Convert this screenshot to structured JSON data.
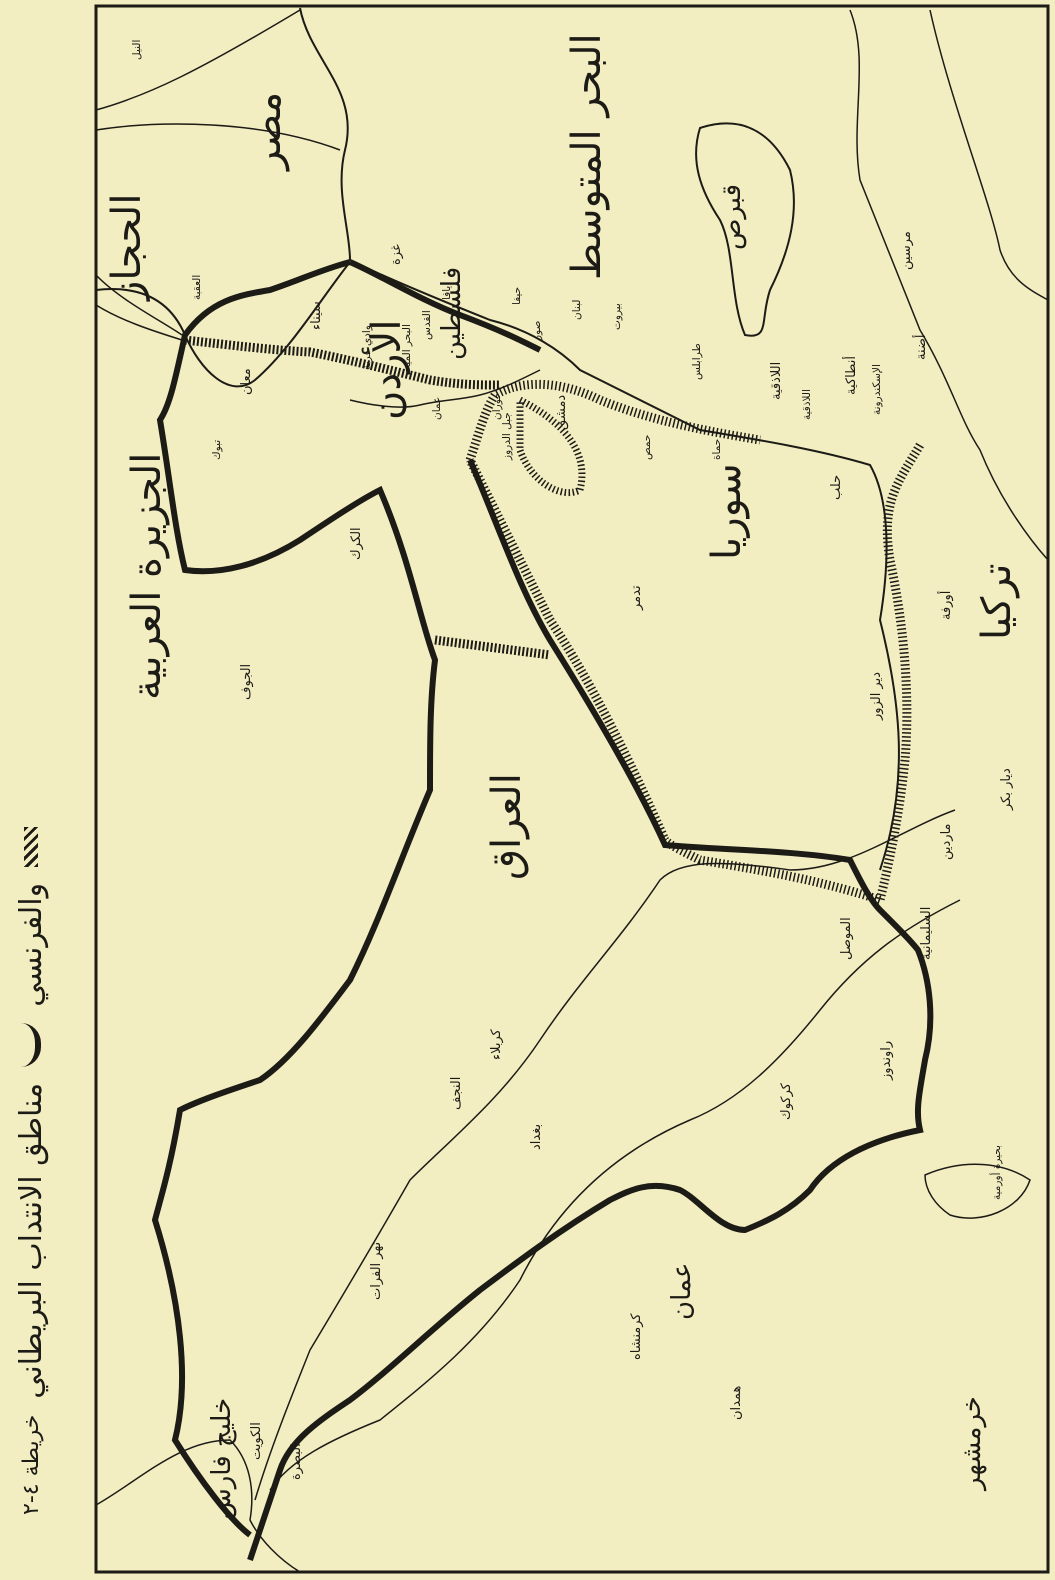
{
  "map": {
    "caption_number": "خريطة ٤-٢",
    "caption_title": "مناطق الانتداب البريطاني",
    "caption_and_french": "والفرنسي",
    "legend": {
      "british_color": "#1d1b16",
      "french_style": "hatched"
    },
    "labels": {
      "sea": "البحر المتوسط",
      "cyprus": "قبرص",
      "turkey": "تركيا",
      "syria": "سوريا",
      "iraq": "العراق",
      "jordan": "الأردن",
      "arabia": "الجزيرة العربية",
      "hejaz": "الحجاز",
      "egypt": "مصر",
      "palestine": "فلسطين",
      "persian_gulf": "خليج فارس",
      "oman": "عمان",
      "tiny": {
        "mersin": "مرسين",
        "adana": "أضنة",
        "antakya": "أنطاكية",
        "alexandretta": "الإسكندرونة",
        "latakia_region": "اللاذقية",
        "latakia": "اللاذقية",
        "tripoli": "طرابلس",
        "homs": "حمص",
        "hama": "حماة",
        "aleppo": "حلب",
        "beirut": "بيروت",
        "lebanon": "لبنان",
        "damascus": "دمشق",
        "tyre": "صور",
        "haifa": "حيفا",
        "jaffa": "يافا",
        "gaza": "غزة",
        "jerusalem": "القدس",
        "dead_sea": "البحر الميت",
        "amman": "عمان",
        "maan": "معان",
        "aqaba": "العقبة",
        "tabuk": "تبوك",
        "jawf": "الجوف",
        "tadmur": "تدمر",
        "deir_ezzor": "دير الزور",
        "mosul": "الموصل",
        "kirkuk": "كركوك",
        "baghdad": "بغداد",
        "najaf": "النجف",
        "karbala": "كربلاء",
        "basra": "البصرة",
        "kuwait": "الكويت",
        "euphrates": "نهر الفرات",
        "diyarbakir": "ديار بكر",
        "urfa": "أورفة",
        "mardin": "ماردين",
        "hamadan": "همدان",
        "kermanshah": "كرمنشاه",
        "rawanduz": "راوندوز",
        "sulaymaniyah": "السليمانية",
        "nile": "النيل",
        "sinai": "سيناء",
        "druze": "جبل الدروز",
        "hauran": "حوران",
        "khorramshahr": "خرمشهر",
        "lake_urmia": "بحيرة أورمية",
        "arabah": "وادي عربة",
        "kerak": "الكرك"
      }
    }
  }
}
